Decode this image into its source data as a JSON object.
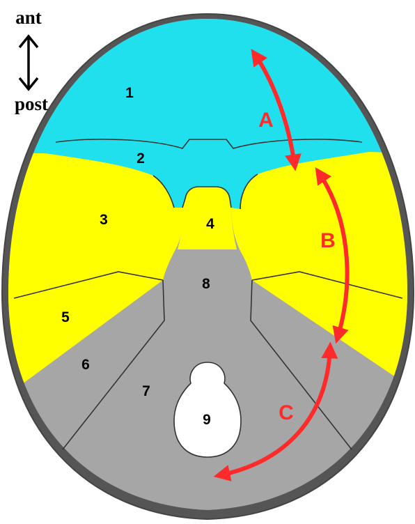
{
  "orientation": {
    "anterior_label": "ant",
    "posterior_label": "post"
  },
  "regions": {
    "r1": "1",
    "r2": "2",
    "r3": "3",
    "r4": "4",
    "r5": "5",
    "r6": "6",
    "r7": "7",
    "r8": "8",
    "r9": "9"
  },
  "arcs": {
    "a": "A",
    "b": "B",
    "c": "C"
  },
  "colors": {
    "anterior_fossa": "#21e0ee",
    "middle_fossa": "#ffff00",
    "posterior_fossa": "#a6a6a6",
    "skull_rim": "#555555",
    "foramen": "#ffffff",
    "arc": "#ff2a2a"
  }
}
